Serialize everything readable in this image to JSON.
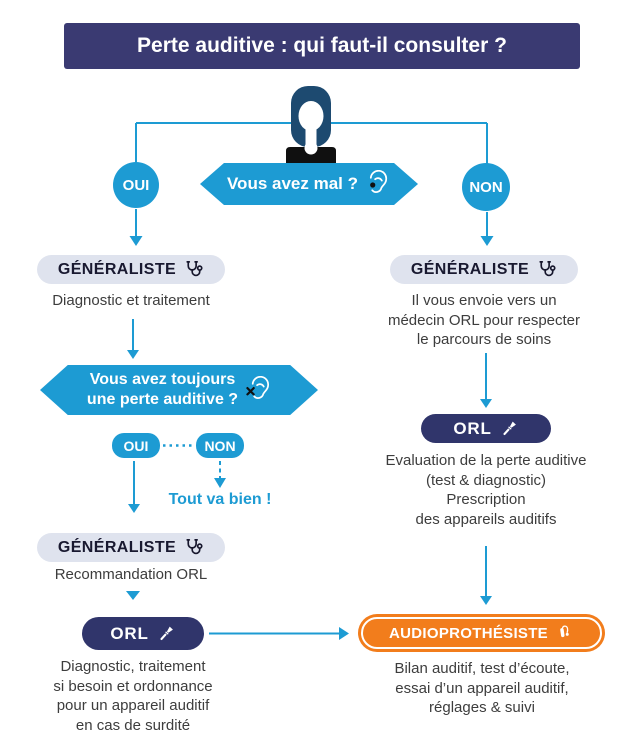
{
  "header": {
    "title": "Perte auditive : qui faut-il consulter ?"
  },
  "flow": {
    "question1": "Vous avez mal ?",
    "branch_yes": "OUI",
    "branch_no": "NON",
    "left": {
      "generaliste1_label": "GÉNÉRALISTE",
      "generaliste1_desc": "Diagnostic et traitement",
      "question2": "Vous avez toujours\nune perte auditive ?",
      "oui": "OUI",
      "non": "NON",
      "all_good": "Tout va bien !",
      "generaliste2_label": "GÉNÉRALISTE",
      "generaliste2_desc": "Recommandation ORL",
      "orl_label": "ORL",
      "orl_desc": "Diagnostic, traitement\nsi besoin et ordonnance\npour un appareil auditif\nen cas de surdité"
    },
    "right": {
      "generaliste_label": "GÉNÉRALISTE",
      "generaliste_desc": "Il vous envoie vers un\nmédecin ORL pour respecter\nle parcours de soins",
      "orl_label": "ORL",
      "orl_desc": "Evaluation de la perte auditive\n(test & diagnostic)\nPrescription\ndes appareils auditifs",
      "audio_label": "AUDIOPROTHÉSISTE",
      "audio_desc": "Bilan auditif, test d’écoute,\nessai d’un appareil auditif,\nréglages & suivi"
    }
  },
  "icons": {
    "patient": "patient-avatar",
    "question1": "ear-icon",
    "question2": "ear-crossed-icon",
    "generaliste": "stethoscope-icon",
    "orl": "otoscope-icon",
    "audioprothesiste": "hearing-aid-icon"
  },
  "colors": {
    "header_bg": "#3A3A72",
    "flow_blue": "#1D9BD3",
    "navy_pill": "#30356B",
    "gray_pill": "#DFE3EE",
    "orange": "#F27D1C",
    "body_text": "#3D3D3D"
  }
}
